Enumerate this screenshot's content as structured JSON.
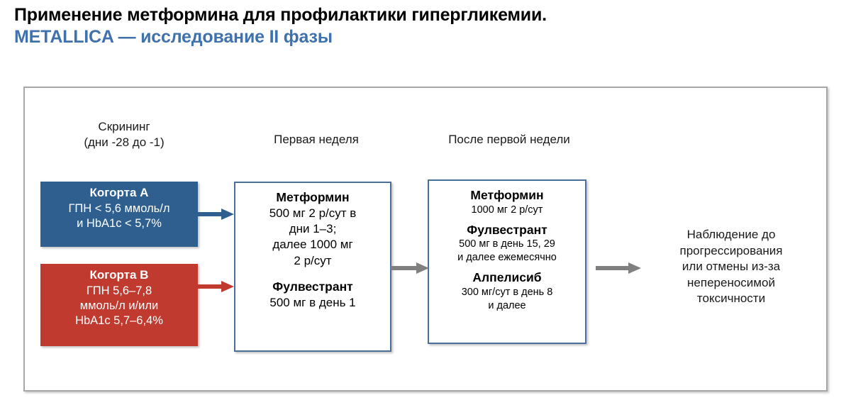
{
  "title": {
    "line1": "Применение метформина для профилактики гипергликемии.",
    "line2": "METALLICA — исследование II фазы",
    "accent_color": "#3f72ad"
  },
  "diagram": {
    "columns": {
      "screening": "Скрининг\n(дни -28 до -1)",
      "screening_line1": "Скрининг",
      "screening_line2": "(дни -28 до -1)",
      "first_week": "Первая неделя",
      "after_first_week": "После первой недели"
    },
    "cohorts": [
      {
        "id": "cohort-a",
        "title": "Когорта А",
        "line1": "ГПН < 5,6 ммоль/л",
        "line2": "и HbA1c < 5,7%",
        "color": "#2e5f8f"
      },
      {
        "id": "cohort-b",
        "title": "Когорта В",
        "line1": "ГПН 5,6–7,8",
        "line2": "ммоль/л и/или",
        "line3": "HbA1c 5,7–6,4%",
        "color": "#c03a2f"
      }
    ],
    "first_week_box": {
      "border_color": "#4a6f9b",
      "drugs": [
        {
          "name": "Метформин",
          "dose_lines": [
            "500 мг 2 р/сут в",
            "дни 1–3;",
            "далее 1000 мг",
            "2 р/сут"
          ]
        },
        {
          "name": "Фулвестрант",
          "dose_lines": [
            "500 мг в день 1"
          ]
        }
      ]
    },
    "after_week_box": {
      "border_color": "#4a6f9b",
      "drugs": [
        {
          "name": "Метформин",
          "dose_lines": [
            "1000 мг 2 р/сут"
          ]
        },
        {
          "name": "Фулвестрант",
          "dose_lines": [
            "500 мг в день 15, 29",
            "и далее ежемесячно"
          ]
        },
        {
          "name": "Алпелисиб",
          "dose_lines": [
            "300 мг/сут в день 8",
            "и далее"
          ]
        }
      ]
    },
    "observation": {
      "line1": "Наблюдение до",
      "line2": "прогрессирования",
      "line3": "или отмены из-за",
      "line4": "непереносимой",
      "line5": "токсичности"
    },
    "arrows": [
      {
        "id": "arrow-a-to-week1",
        "from": "Когорта А",
        "to": "Первая неделя",
        "color": "#2e5f8f"
      },
      {
        "id": "arrow-b-to-week1",
        "from": "Когорта В",
        "to": "Первая неделя",
        "color": "#c03a2f"
      },
      {
        "id": "arrow-week1-to-after",
        "from": "Первая неделя",
        "to": "После первой недели",
        "color": "#808080"
      },
      {
        "id": "arrow-after-to-obs",
        "from": "После первой недели",
        "to": "Наблюдение",
        "color": "#808080"
      }
    ]
  }
}
